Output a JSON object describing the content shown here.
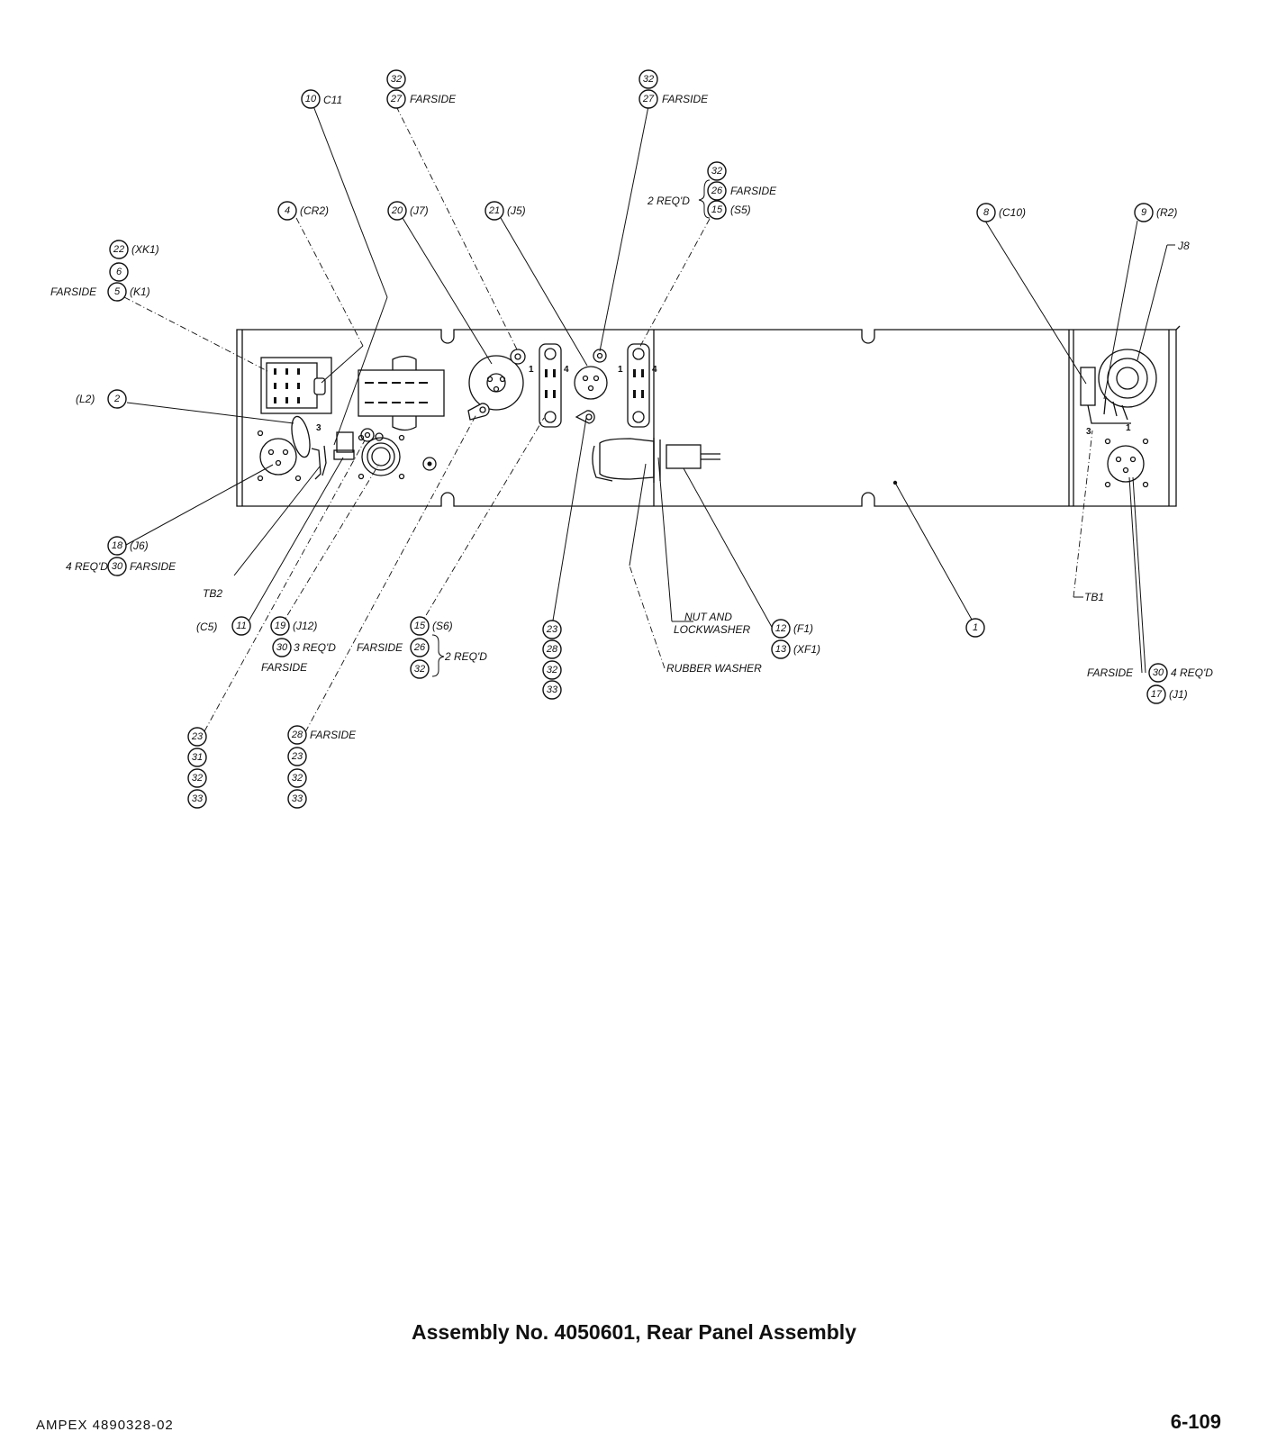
{
  "title": "Assembly No. 4050601,  Rear Panel Assembly",
  "footer": {
    "document_number": "AMPEX 4890328-02",
    "page_number": "6-109"
  },
  "part_texts": {
    "t_c11": "C11",
    "t_27a": "FARSIDE",
    "t_27b": "FARSIDE",
    "t_s5": "(S5)",
    "t_26a": "FARSIDE",
    "t_2reqd_a": "2 REQ'D",
    "t_cr2": "(CR2)",
    "t_j7": "(J7)",
    "t_j5": "(J5)",
    "t_c10": "(C10)",
    "t_r2": "(R2)",
    "t_j8": "J8",
    "t_xk1": "(XK1)",
    "t_farside5": "FARSIDE",
    "t_k1": "(K1)",
    "t_l2": "(L2)",
    "t_j6": "(J6)",
    "t_4reqd_a": "4 REQ'D",
    "t_farside30a": "FARSIDE",
    "t_tb2": "TB2",
    "t_c5": "(C5)",
    "t_j12": "(J12)",
    "t_3reqd": "3 REQ'D",
    "t_farside30b": "FARSIDE",
    "t_s6": "(S6)",
    "t_farside26b": "FARSIDE",
    "t_2reqd_b": "2 REQ'D",
    "t_nut1": "NUT AND",
    "t_nut2": "LOCKWASHER",
    "t_f1": "(F1)",
    "t_xf1": "(XF1)",
    "t_rubber": "RUBBER WASHER",
    "t_tb1": "TB1",
    "t_farside30c": "FARSIDE",
    "t_4reqd_b": "4 REQ'D",
    "t_j1": "(J1)",
    "t_farside28": "FARSIDE"
  },
  "panel_markings": {
    "m3a": "3",
    "m1a": "1",
    "m4a": "4",
    "m1b": "1",
    "m4b": "4",
    "m3b": "3",
    "m1c": "1"
  },
  "callouts": {
    "c10": "10",
    "c32a": "32",
    "c27a": "27",
    "c32b": "32",
    "c27b": "27",
    "c32c": "32",
    "c26a": "26",
    "c15a": "15",
    "c4": "4",
    "c20": "20",
    "c21": "21",
    "c8": "8",
    "c9": "9",
    "c22": "22",
    "c6": "6",
    "c5": "5",
    "c2": "2",
    "c18": "18",
    "c30a": "30",
    "c11": "11",
    "c19": "19",
    "c30b": "30",
    "c15b": "15",
    "c26b": "26",
    "c32d": "32",
    "c23a": "23",
    "c28a": "28",
    "c32e": "32",
    "c33a": "33",
    "c12": "12",
    "c13": "13",
    "c1": "1",
    "c30c": "30",
    "c17": "17",
    "c23b": "23",
    "c31": "31",
    "c32f": "32",
    "c33b": "33",
    "c28b": "28",
    "c23c": "23",
    "c32g": "32",
    "c33c": "33"
  }
}
